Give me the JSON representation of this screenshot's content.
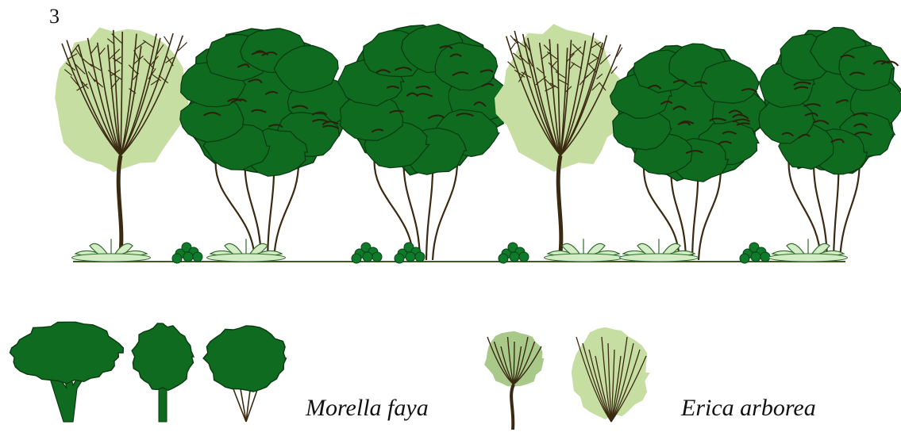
{
  "panel": {
    "number": "3"
  },
  "legend": {
    "species_a": "Morella faya",
    "species_b": "Erica arborea"
  },
  "colors": {
    "dark_canopy": "#0f6b1f",
    "light_canopy": "#c7dea3",
    "trunk": "#3a2a12",
    "shrub_fill": "#d4ecc6",
    "shrub_stroke": "#2f6b2a",
    "herb": "#0f7a2a",
    "ground": "#3e5a1e"
  },
  "scene": {
    "canopy_sequence": [
      "erica-arborea",
      "morella-faya",
      "morella-faya",
      "erica-arborea",
      "morella-faya",
      "morella-faya"
    ],
    "understory_sequence": [
      "fern",
      "herb",
      "fern",
      "herb",
      "herb",
      "herb",
      "fern",
      "fern",
      "herb",
      "fern"
    ]
  }
}
